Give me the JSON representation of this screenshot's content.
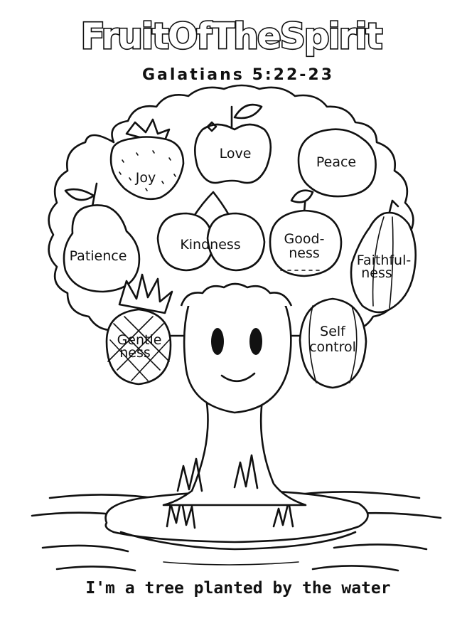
{
  "title": "FruitOfTheSpirit",
  "reference": "Galatians 5:22-23",
  "caption": "I'm a tree planted by the water",
  "fruits": {
    "love": "Love",
    "joy": "Joy",
    "peace": "Peace",
    "patience": "Patience",
    "kindness": "Kindness",
    "goodness_1": "Good-",
    "goodness_2": "ness",
    "faithfulness_1": "Faithful-",
    "faithfulness_2": "ness",
    "gentleness_1": "Gentle",
    "gentleness_2": "ness",
    "self_control_1": "Self",
    "self_control_2": "control"
  },
  "icons": {
    "apple": "apple-icon",
    "strawberry": "strawberry-icon",
    "lemon": "lemon-icon",
    "pear": "pear-icon",
    "cherries": "cherries-icon",
    "orange": "orange-icon",
    "banana": "banana-icon",
    "pineapple": "pineapple-icon",
    "melon": "melon-icon"
  },
  "colors": {
    "ink": "#111111",
    "paper": "#ffffff"
  }
}
